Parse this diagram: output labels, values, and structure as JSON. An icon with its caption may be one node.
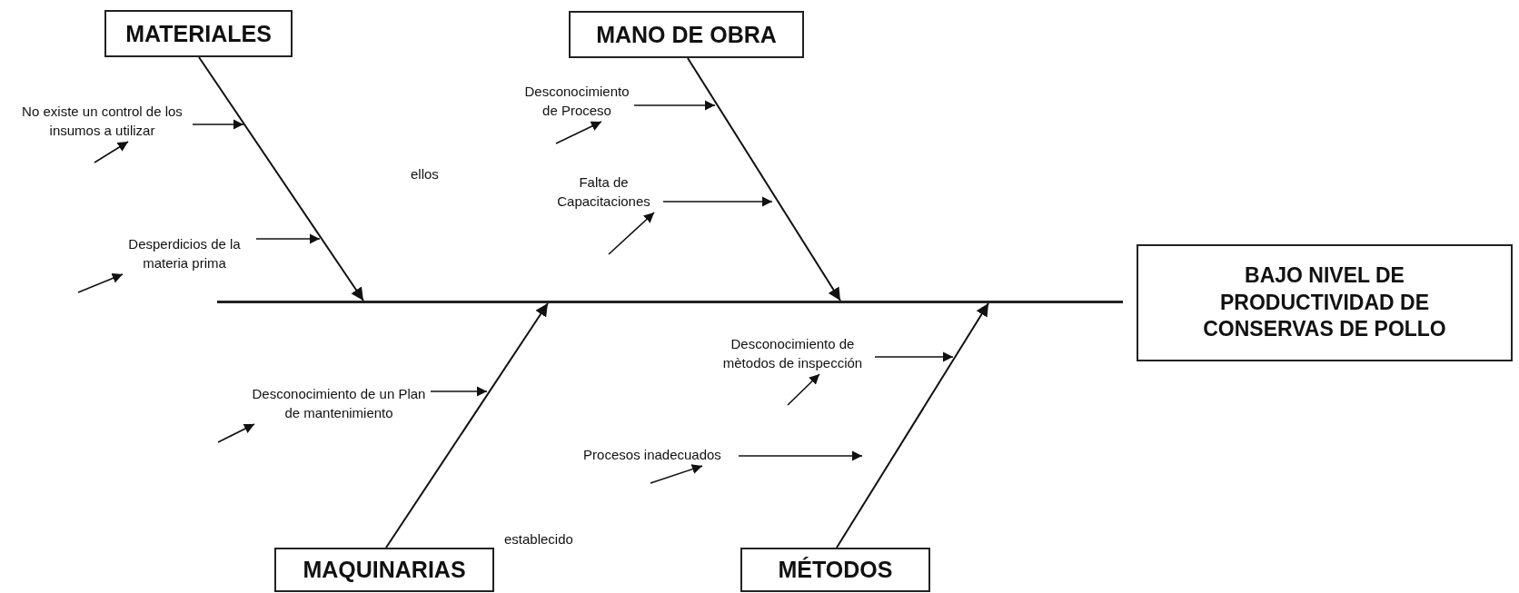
{
  "diagram": {
    "nodes": [
      {
        "text": [
          "MATERIALES"
        ]
      },
      {
        "text": [
          "MANO DE OBRA"
        ]
      },
      {
        "text": [
          "MAQUINARIAS"
        ]
      },
      {
        "text": [
          "MÉTODOS"
        ]
      },
      {
        "text": [
          "BAJO NIVEL DE PRODUCTIVIDAD DE CONSERVAS DE POLLO"
        ]
      },
      {
        "text": [],
        "shape": "line"
      },
      {
        "text": [
          "No existe un control de los insumos a utilizar"
        ]
      },
      {
        "text": [
          "Desperdicios de la materia prima"
        ]
      },
      {
        "text": [
          "Desconocimiento de Proceso"
        ]
      },
      {
        "text": [
          "Falta de Capacitaciones"
        ]
      },
      {
        "text": [
          "Desconocimiento de un Plan de mantenimiento"
        ]
      },
      {
        "text": [
          "Desconocimiento de mètodos de inspección"
        ]
      },
      {
        "text": [
          "Procesos inadecuados"
        ]
      }
    ],
    "edges": [
      {
        "from": 0,
        "to": 5,
        "arrow": "to"
      },
      {
        "from": 1,
        "to": 5,
        "arrow": "to"
      },
      {
        "from": 2,
        "to": 5,
        "arrow": "to"
      },
      {
        "from": 3,
        "to": 5,
        "arrow": "to"
      },
      {
        "from": 6,
        "to": null,
        "arrow": "to"
      },
      {
        "from": 7,
        "to": null,
        "arrow": "to"
      },
      {
        "from": 8,
        "to": null,
        "arrow": "to"
      },
      {
        "from": 9,
        "to": null,
        "arrow": "to"
      },
      {
        "from": 10,
        "to": null,
        "arrow": "to"
      },
      {
        "from": 11,
        "to": null,
        "arrow": "to"
      },
      {
        "from": 12,
        "to": null,
        "arrow": "to"
      },
      {
        "from": null,
        "to": 6,
        "arrow": "to"
      },
      {
        "from": null,
        "to": 7,
        "arrow": "to"
      },
      {
        "from": null,
        "to": 8,
        "arrow": "to"
      },
      {
        "from": null,
        "to": 9,
        "arrow": "to"
      },
      {
        "from": null,
        "to": 10,
        "arrow": "to"
      },
      {
        "from": null,
        "to": 11,
        "arrow": "to"
      },
      {
        "from": null,
        "to": 12,
        "arrow": "to"
      }
    ],
    "labels": [
      "ellos",
      "establecido"
    ]
  }
}
